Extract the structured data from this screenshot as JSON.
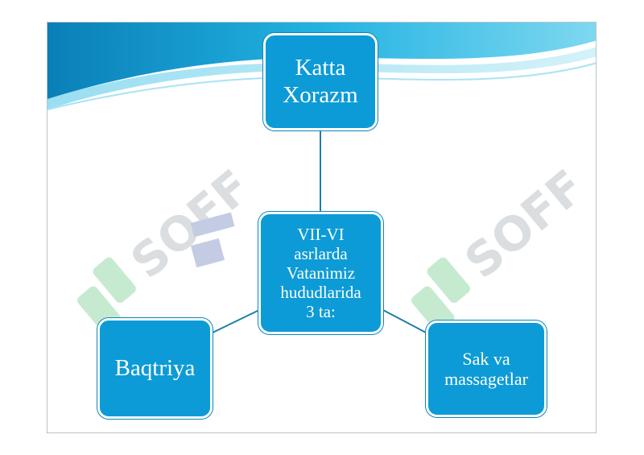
{
  "diagram": {
    "nodes": {
      "top": "Katta\nXorazm",
      "center": "VII-VI\nasrlarda\nVatanimiz\nhududlarida\n3 ta:",
      "left": "Baqtriya",
      "right": "Sak va\nmassagetlar"
    }
  },
  "watermark": {
    "text": "SOFF"
  },
  "colors": {
    "node_fill": "#0c9bd6",
    "connector": "#1e7ea8",
    "wave_dark": "#0a7fb8",
    "wave_light": "#5fcbe9"
  }
}
